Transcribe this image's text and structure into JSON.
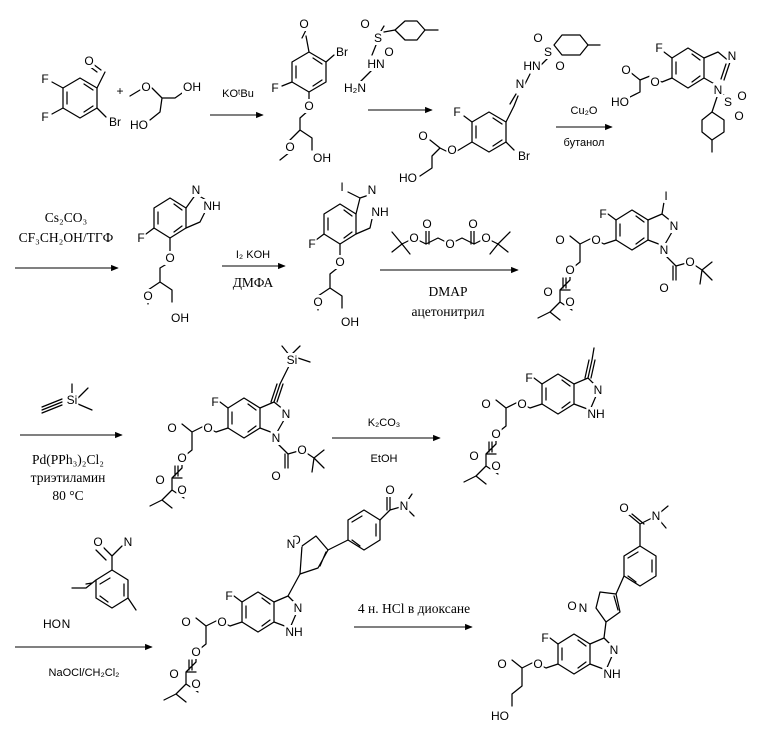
{
  "atoms": {
    "F": "F",
    "Br": "Br",
    "O": "O",
    "OH": "OH",
    "HO": "HO",
    "HN": "HN",
    "H2N": "H₂N",
    "S": "S",
    "N": "N",
    "NH": "NH",
    "I": "I",
    "Si": "Si",
    "HO_N": "HO"
  },
  "plus": "+",
  "row1": {
    "arrow1": {
      "above": "KOᵗBu",
      "below": ""
    },
    "arrow2": {
      "above": "",
      "below": ""
    },
    "arrow3": {
      "above": "Cu₂O",
      "below": "бутанол"
    }
  },
  "row2": {
    "arrow1": {
      "above1": "Cs₂CO₃",
      "above2": "CF₃CH₂OH/ТГФ"
    },
    "arrow2": {
      "above": "I₂  KOH",
      "below": "ДМФА"
    },
    "arrow3": {
      "below1": "DMAP",
      "below2": "ацетонитрил"
    }
  },
  "row3": {
    "arrow1": {
      "below1": "Pd(PPh₃)₂Cl₂",
      "below2": "триэтиламин",
      "below3": "80 °C"
    },
    "arrow2": {
      "above": "K₂CO₃",
      "below": "EtOH"
    }
  },
  "row4": {
    "arrow1": {
      "below": "NaOCl/CH₂Cl₂"
    },
    "arrow2": {
      "above": "4 н. HCl в диоксане"
    }
  }
}
